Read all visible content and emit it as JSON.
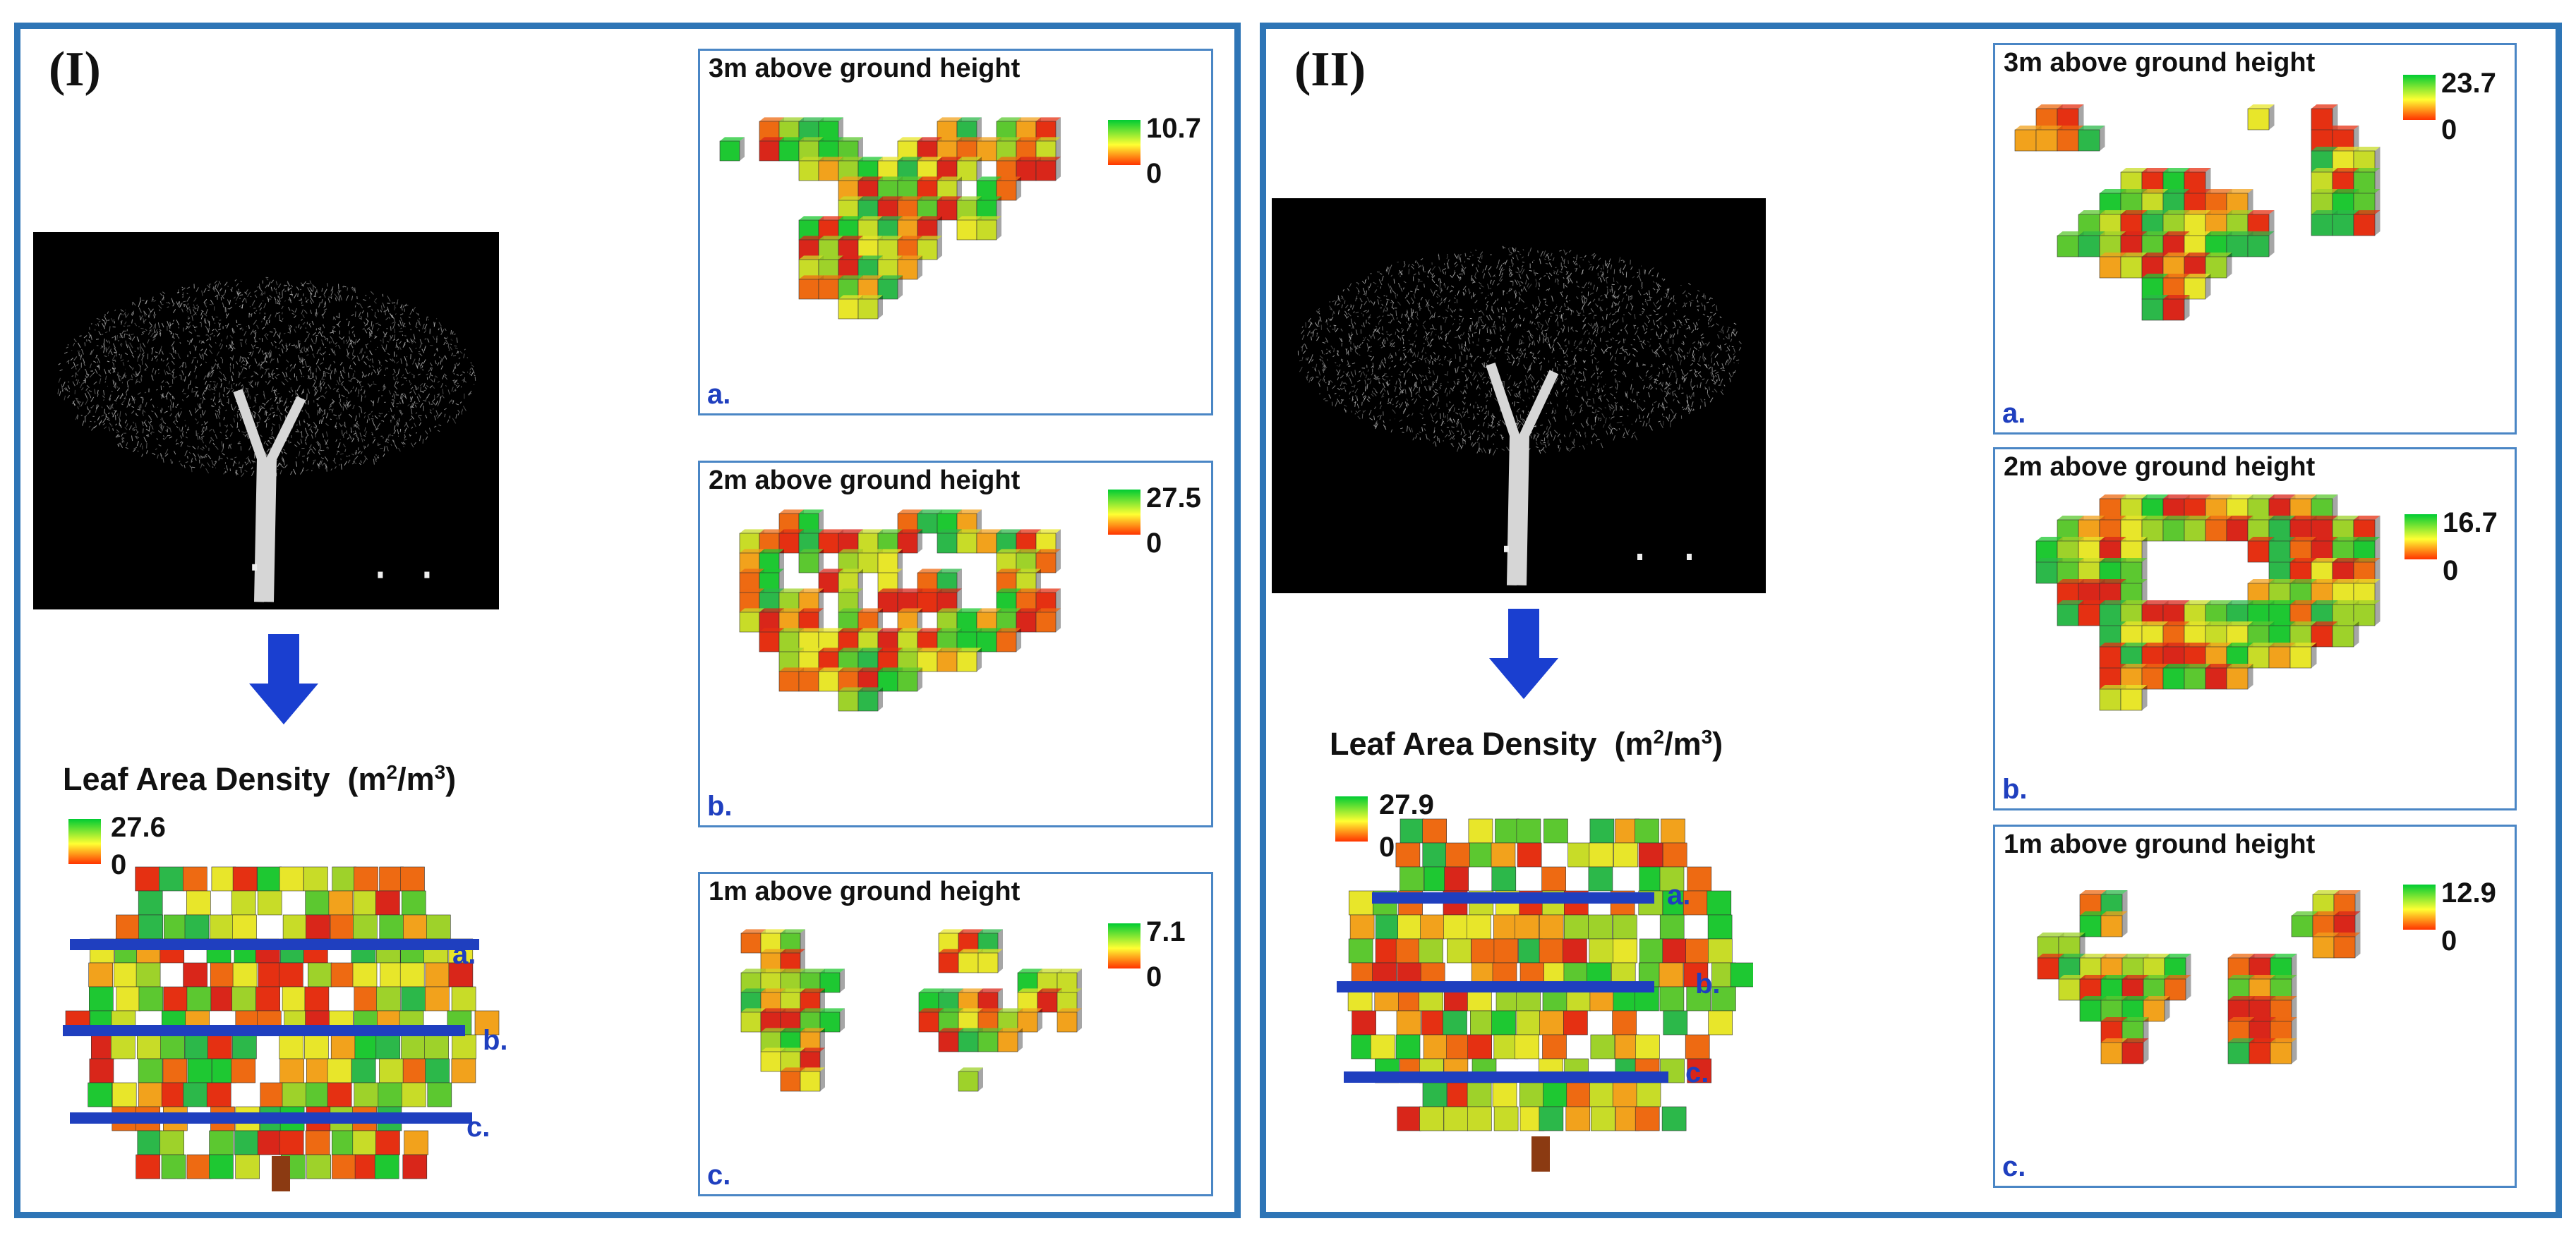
{
  "panels": [
    {
      "label": "(I)",
      "lad_title": "Leaf Area Density",
      "lad_unit_base": "m",
      "lad_unit_sup1": "2",
      "lad_unit_mid": "/m",
      "lad_unit_sup2": "3",
      "colorbar": {
        "max": "27.6",
        "min": "0"
      },
      "lines": [
        {
          "label": "a."
        },
        {
          "label": "b."
        },
        {
          "label": "c."
        }
      ],
      "slices": [
        {
          "title": "3m above ground height",
          "max": "10.7",
          "min": "0",
          "letter": "a."
        },
        {
          "title": "2m above ground height",
          "max": "27.5",
          "min": "0",
          "letter": "b."
        },
        {
          "title": "1m above ground height",
          "max": "7.1",
          "min": "0",
          "letter": "c."
        }
      ]
    },
    {
      "label": "(II)",
      "lad_title": "Leaf Area Density",
      "lad_unit_base": "m",
      "lad_unit_sup1": "2",
      "lad_unit_mid": "/m",
      "lad_unit_sup2": "3",
      "colorbar": {
        "max": "27.9",
        "min": "0"
      },
      "lines": [
        {
          "label": "a."
        },
        {
          "label": "b."
        },
        {
          "label": "c."
        }
      ],
      "slices": [
        {
          "title": "3m above ground height",
          "max": "23.7",
          "min": "0",
          "letter": "a."
        },
        {
          "title": "2m above ground height",
          "max": "16.7",
          "min": "0",
          "letter": "b."
        },
        {
          "title": "1m above ground height",
          "max": "12.9",
          "min": "0",
          "letter": "c."
        }
      ]
    }
  ],
  "colors": {
    "frame": "#2e75b6",
    "scan_line": "#1f3fbf",
    "voxel_low": "#e53012",
    "voxel_mid": "#c8dc28",
    "voxel_high": "#1ec832"
  }
}
